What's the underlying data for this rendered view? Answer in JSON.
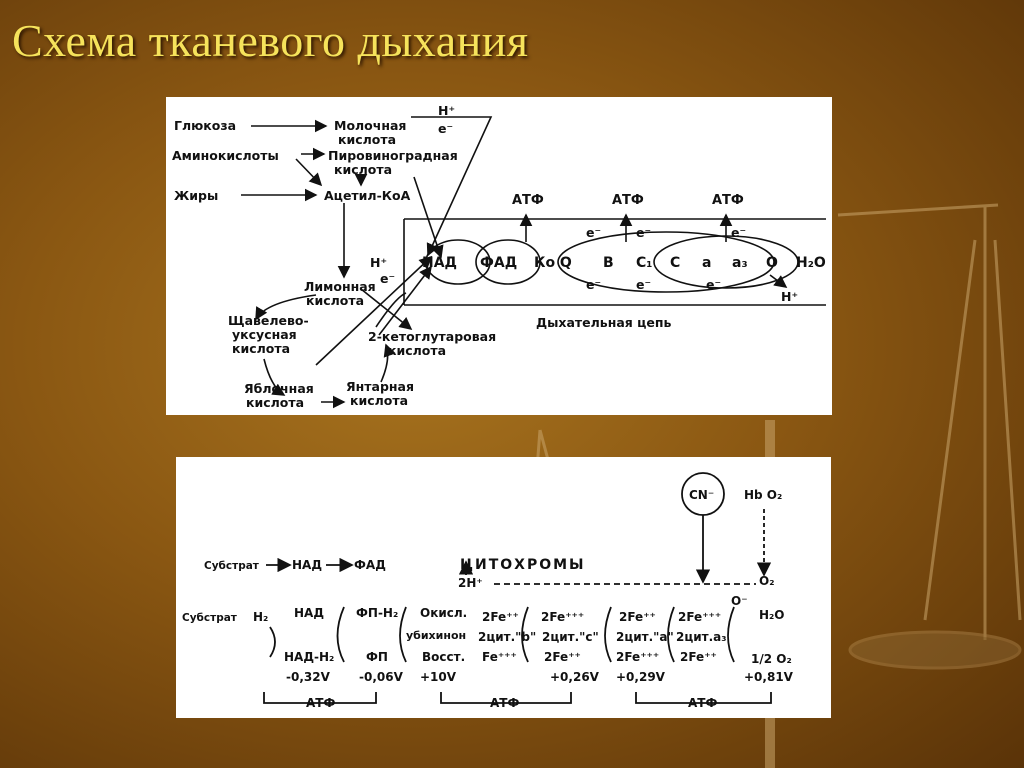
{
  "slide_title": "Схема тканевого дыхания",
  "diagram1": {
    "glucose": "Глюкоза",
    "lactic_1": "Молочная",
    "lactic_2": "кислота",
    "amino": "Аминокислоты",
    "pyruvic_1": "Пировиноградная",
    "pyruvic_2": "кислота",
    "fats": "Жиры",
    "acetyl": "Ацетил-КоА",
    "citric_1": "Лимонная",
    "citric_2": "кислота",
    "oxaloacetic_1": "Щавелево-",
    "oxaloacetic_2": "уксусная",
    "oxaloacetic_3": "кислота",
    "ketoglutaric_1": "2-кетоглутаровая",
    "ketoglutaric_2": "кислота",
    "malic_1": "Яблочная",
    "malic_2": "кислота",
    "succinic_1": "Янтарная",
    "succinic_2": "кислота",
    "chain_label": "Дыхательная цепь",
    "atp": "АТФ",
    "h_plus": "H⁺",
    "e_minus": "e⁻",
    "chain": [
      "НАД",
      "ФАД",
      "Ко Q",
      "B",
      "C₁",
      "C",
      "a",
      "a₃",
      "O",
      "H₂O"
    ]
  },
  "diagram2": {
    "substrate": "Субстрат",
    "nad": "НАД",
    "fad": "ФАД",
    "cytochromes": "ЦИТОХРОМЫ",
    "two_h": "2H⁺",
    "cn": "CN⁻",
    "hbo2": "Hb O₂",
    "o2": "O₂",
    "o_minus": "O⁻",
    "h2": "H₂",
    "nad_h2": "НАД-H₂",
    "fp_h2": "ФП-H₂",
    "fp": "ФП",
    "ox": "Окисл.",
    "ubiquinone": "убихинон",
    "red": "Восст.",
    "fe2": "2Fe⁺⁺",
    "fe3": "2Fe⁺⁺⁺",
    "fe3_single": "Fe⁺⁺⁺",
    "cyt_b": "2цит.\"b\"",
    "cyt_c": "2цит.\"c\"",
    "cyt_a": "2цит.\"a\"",
    "cyt_a3": "2цит.a₃",
    "h2o": "H₂O",
    "half_o2": "1/2 O₂",
    "potentials": [
      "-0,32V",
      "-0,06V",
      "+10V",
      "+0,26V",
      "+0,29V",
      "+0,81V"
    ],
    "atp": "АТФ"
  }
}
